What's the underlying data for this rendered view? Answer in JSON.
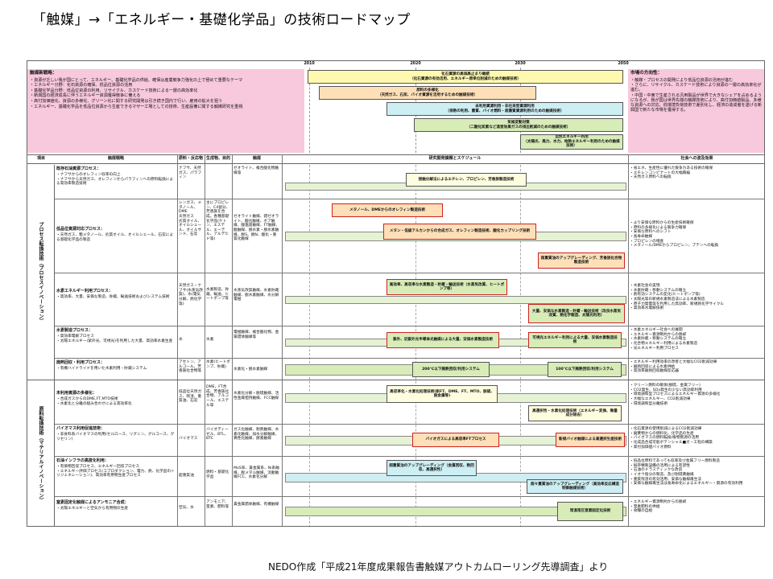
{
  "title": "「触媒」→「エネルギー・基礎化学品」の技術ロードマップ",
  "source": "NEDO作成「平成21年度成果報告書触媒アウトカムローリング先導調査」より",
  "colors": {
    "pink": "#f8c8dc",
    "peach": "#fde0b8",
    "yellow": "#fff9b0",
    "cream": "#fffde0",
    "green": "#d8ecb8",
    "lightgreen": "#e6f2d4",
    "cyan": "#cdeef3",
    "blue_arrow": "#9cc7e6",
    "red": "#d02020"
  },
  "years": [
    "2010",
    "2020",
    "2030",
    "2050"
  ],
  "strategy": {
    "heading": "触媒新戦略：",
    "points": [
      "・資源が乏しい我が国にとって、エネルギー、基礎化学品の供給、確保は産業競争力強化の上で極めて重要なテーマ",
      "・エネルギー分野：化石資源の確保、低品位資源の活用",
      "・基礎化学品分野：低品位資源の利用、リサイクル、カスケード技術による一層の高効率化",
      "・新興国の経済成長に伴うエネルギー資源獲得競争に備える",
      "・高付加価値化、資源の多様化、グリーン化に関する研究開発は引き続き国内で行い、雇用の拡大を狙う",
      "・エネルギー、基礎化学品を低品位資源から生産できるマザー工場としての技術、生産設備に関する触媒研究を重視"
    ]
  },
  "market": {
    "heading": "市場の方向性：",
    "points": [
      "・触媒・プロセスの開発により低品位資源の活用が進む",
      "・さらに、リサイクル、カスケード技術により資源の一層の高効率化が進む。",
      "・中国・中東で生産される汎用製品が世界で大きなシェアを占めるようになるが、我が国は世界先端の触媒技術により、高付加価値製品、多様な資源への対応、低環境負荷技術で差別化し、経済の造成者を遂げる新興国で新たな市場を獲得する。"
    ]
  },
  "top_bars": [
    {
      "text": "化石資源の高価高止まり継続\n（化石資源の有効活用、エネルギー原単位削減のための触媒技術）"
    },
    {
      "text": "原料の多様化\n（天然ガス、石炭、バイオ資源を活用するための触媒技術）"
    },
    {
      "text": "未利用資源利用・非在来型資源利用\n（排熱の利用、重質、バイオ燃料・超重質資源利用のための触媒技術）"
    },
    {
      "text": "気候変動対策\n（二酸化炭素など温室効果ガスの排出削減のための触媒技術）"
    },
    {
      "text": "自然エネルギー利用\n（太陽光、風力、水力、地熱エネルギー利用のための触媒技術）"
    }
  ],
  "headers": {
    "item": "項目",
    "strategy": "触媒戦略",
    "raw": "原料・反応物",
    "product": "生成物、目的",
    "catalyst": "触媒",
    "schedule": "研究開発課題とスケジュール",
    "impact": "社会への波及効果"
  },
  "groups": [
    {
      "label": "プロセス転換技術（プロセスイノベーション）"
    },
    {
      "label": "原料転換技術（マテリアルイノベーション）"
    }
  ],
  "rows": [
    {
      "title": "既存石油資源プロセス：",
      "desc": "・ナフサからのオレフィン収率の向上\n・ナフサから天然ガス、オレフィンからパラフィンへの原料転換による高効率製造技術",
      "raw": "ナフサ、天然ガス、パラフィン",
      "product": "",
      "catalyst": "ゼオライト、複合酸化物触媒等",
      "bars": [
        {
          "text": "接触分解法によるエチレン、プロピレン、芳香族製造技術"
        }
      ],
      "impact": "・省エネ、生産性に優れた競争力ある技術の確保\n・エチレンコンビナートの大幅再編\n・天然ガス原料への転換"
    },
    {
      "title": "低品位資源対応プロセス：",
      "desc": "・天然ガス、粗メタノール、劣質オイル、オイルシェール、石炭による基礎化学品の製造",
      "raw": "シンガス、メタノール、DME\n天然ガス\n劣質オイル、オイルシェール、オイルサンド、石炭",
      "product": "主にプロピレン、C4留分、芳香族を合成。各種基礎化学品(ケトン、エステル、エーテル、アルデヒド等)",
      "catalyst": "ゼオライト触媒、錯ゼオライト、酸化触媒、ボア触媒、酸塩基触媒、FT触媒、酸触媒、脱水素・脱水素触媒、脱S、脱N、酸化・重質化触媒",
      "bars": [
        {
          "text": "メタノール、DMEからのオレフィン製造技術"
        },
        {
          "text": "メタン・低級アルカンからの合成ガス、オレフィン製造技術、酸化カップリング技術"
        },
        {
          "text": "超重質油のアップグレーディング、芳香族化合物製造技術"
        }
      ],
      "impact": "・より安価な原料からの生産技術確保\n・原料の多様化による競争力確保\n・安価な原料へのシフト\n・長寿命触媒\n・プロピレンの増産\n・メタノール/DMEからプロピレン、ブテンへの転換"
    },
    {
      "title": "水素エネルギー利用プロセス：",
      "desc": "・高効率、大量、安価な製造、貯蔵、輸送技術およびシステム技術",
      "raw": "天然ガス・ナフサ(水蒸気改質)、水(電気分解、熱化学等)",
      "product": "水素製造、貯蔵、輸送、ヒートポンプ等",
      "catalyst": "水蒸気改質触媒、水素貯蔵触媒、脱水素触媒、水分解電極",
      "bars": [
        {
          "text": "高効率、高収率な水素製造・貯蔵・輸送技術（水蒸気改質、ヒートポンプ等）"
        },
        {
          "text": "大量、安価な水素製造・貯蔵・輸送技術（改良水蒸気改質、熱化学製造、太陽光利用）"
        }
      ],
      "impact": "・水素社会の実現\n・水素貯蔵・移動システムの確立\n・熱有効システムの変化(ヒートポンプ等)\n・太陽光等の新規水素製造法による水素製造\n・原子力発電等を利用した高効率、新規熱化学サイクル\n・高効率水電解技術"
    },
    {
      "title": "水素製造プロセス：",
      "desc": "・高効率電解プロセス\n・太陽エネルギー(紫外光、可視光)を利用した大量、高効率水素生産",
      "raw": "水",
      "product": "水素",
      "catalyst": "電極触媒、複合酸化物、金属錯体触媒等",
      "bars": [
        {
          "text": "紫外、近紫外光半導体光触媒による大量、安価水素製造技術"
        },
        {
          "text": "可視光エネルギー利用による大量、安価水素製造技術"
        }
      ],
      "impact": "・水素エネルギー社会への展開\n・エネルギー資源制約からの脱却\n・水素貯蔵・移動システムの確立\n・化合物エネルギー利用による水素製造\n・光エネルギー利用プロセス"
    },
    {
      "title": "廃熱回収・利用プロセス：",
      "desc": "・有機ハイドライドを用いた水素利用・貯蔵システム",
      "raw": "アセトン、アルコール、芳香族化合物等",
      "product": "水素(ヒートポンプ、貯蔵)",
      "catalyst": "水素化・脱水素触媒",
      "bars": [
        {
          "text": "200℃以下廃熱回収/利用システム"
        },
        {
          "text": "100℃以下廃熱回収/利用システム"
        }
      ],
      "impact": "・エネルギー利用効率の改善と大幅なCO2削減効果\n・廃熱回収による水素供給\n・高効率廃熱回収触媒反応器"
    },
    {
      "title": "未利用資源の多様化：",
      "desc": "・合成ガスからのDME,FT,MTO技術\n・水素化と分離の組み合わせによる高効率化",
      "raw": "低品位天然ガス、残渣、重質油、石炭",
      "product": "DME、FT合成、芳香族化合物、アルコール、エステル等",
      "catalyst": "水素化分解・脱硫触媒、活性金属担持触媒、FCC触媒",
      "bars": [
        {
          "text": "高収率化・水素化処理技術(新FT、DME、FT、MTO、脱硫、脱金属等)"
        },
        {
          "text": "高選択性・水素化処理技術（エネルギー変換、微量成分除去）"
        }
      ],
      "impact": "・クリーン燃料の確保(脱硫、金属フリー)\n・CO2発生、SOx発生の少ない高効率利用\n・環境調和型プロセスによるエネルギー資源の多様化\n・大幅なエネルギー、CO2削減効果\n・環境調和型分離技術"
    },
    {
      "title": "バイオマス利用促進技術：",
      "desc": "・非食料系バイオマスの利用(セルロース、リグニン、グルコース、グリセリン)",
      "raw": "バイオマス",
      "product": "バイオディーゼル、BTL、BTC",
      "catalyst": "ガス化触媒、耐熱触媒、水素化触媒、加水分解触媒、異性化触媒、酵素触媒",
      "bars": [
        {
          "text": "バイオガスによる高収率FTプロセス"
        },
        {
          "text": "新規バイオ触媒による高選択生産技術"
        }
      ],
      "impact": "・化石資源の使用削減によるCO2削減効果\n・廃棄物からの燃料化、化学品の生産\n・バイオマスの燃料転換/植物資源の活用\n・化成品合成可能ボテンシャル■ガ・工程の構築\n・高付加価値バイオ燃料"
    },
    {
      "title": "石油インフラの高度化利用：",
      "desc": "・有価物回収プロセス、エネルギー回収プロセス\n・エネルギー評価プロセス(コプロダクション、電力、熱、化学品のトリジェネレーション)、高効率有用物生産プロセス",
      "raw": "超重質油",
      "product": "燃料・基礎化学品",
      "catalyst": "MoS系、貴金属系、Ni系触媒、脱メタル触媒、流動触媒FCC、水素化分解",
      "bars": [
        {
          "text": "超重質油のアップグレーディング（金属回収、熱回収、高選択性）"
        },
        {
          "text": "超々重質油のアップグレーディング（高効率反応構造制御触媒技術）"
        }
      ],
      "impact": "・低品位原料であっても収率及び金属フリー燃料製造\n・既存精製設備の活用による有望性\n・石油のドラスティックな改良\n・イオウ留分の製造、及び耐硫黄触媒\n・重質残渣の有効活用、安価な触媒再生法\n・安価な触媒再生法は長寿命化によるエネルギー・資源の有効利用"
    },
    {
      "title": "窒素固定化触媒によるアンモニア合成：",
      "desc": "・太陽エネルギーと空気から有用物の生産",
      "raw": "空気、水",
      "product": "アンモニア、窒素、肥料等",
      "catalyst": "貴金属錯体触媒、有機触媒",
      "bars": [
        {
          "text": "常温常圧窒素固定化技術"
        }
      ],
      "impact": "・エネルギー資源制約からの脱却\n・窒素肥料の供給\n・食糧の自給"
    }
  ]
}
